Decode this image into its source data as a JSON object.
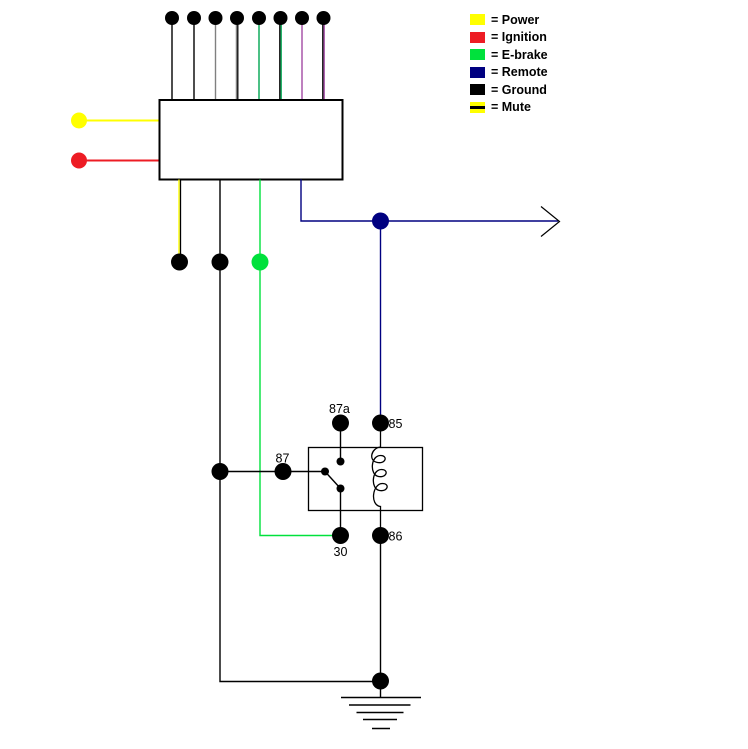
{
  "colors": {
    "power": "#FFFF00",
    "ignition": "#ED1C24",
    "ebrake": "#00E13C",
    "remote": "#000080",
    "ground": "#000000",
    "mute": "#FFFF00",
    "mute_stripe": "#000000",
    "speaker_gray": "#808080",
    "speaker_green": "#00A651",
    "speaker_purple": "#A349A4"
  },
  "legend": {
    "items": [
      {
        "name": "power",
        "label": "= Power",
        "color": "#FFFF00"
      },
      {
        "name": "ignition",
        "label": "= Ignition",
        "color": "#ED1C24"
      },
      {
        "name": "ebrake",
        "label": "= E-brake",
        "color": "#00E13C"
      },
      {
        "name": "remote",
        "label": "= Remote",
        "color": "#000080"
      },
      {
        "name": "ground",
        "label": "= Ground",
        "color": "#000000"
      },
      {
        "name": "mute",
        "label": "= Mute",
        "color": "#FFFF00",
        "stripe": "#000000"
      }
    ]
  },
  "relay": {
    "terminal_labels": {
      "t87a": "87a",
      "t85": "85",
      "t87": "87",
      "t30": "30",
      "t86": "86"
    }
  }
}
